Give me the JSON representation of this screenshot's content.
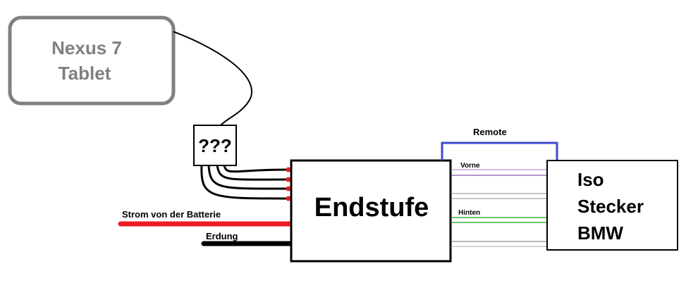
{
  "tablet": {
    "line1": "Nexus 7",
    "line2": "Tablet",
    "color": "#808080"
  },
  "adapter": {
    "label": "???"
  },
  "amp": {
    "label": "Endstufe"
  },
  "iso": {
    "line1": "Iso",
    "line2": "Stecker",
    "line3": "BMW"
  },
  "wires": {
    "remote_label": "Remote",
    "front_label": "Vorne",
    "rear_label": "Hinten",
    "battery_label": "Strom von der Batterie",
    "ground_label": "Erdung"
  },
  "colors": {
    "outline": "#000000",
    "battery": "#ed1c24",
    "ground": "#000000",
    "remote": "#3f48cc",
    "input_dots": "#ed1c24",
    "speaker_front": [
      "#c8a0d8",
      "#9a70b8"
    ],
    "speaker_rear": [
      "#b4b4b4",
      "#3cb43c"
    ],
    "speaker_extra": [
      "#a0a0a0",
      "#c8c8c8"
    ]
  }
}
